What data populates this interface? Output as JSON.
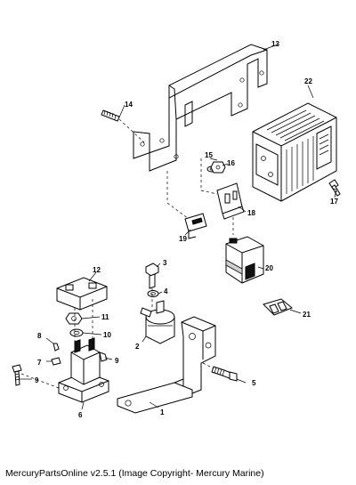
{
  "diagram": {
    "callouts": [
      "13",
      "22",
      "14",
      "15",
      "16",
      "17",
      "18",
      "19",
      "20",
      "21",
      "3",
      "4",
      "2",
      "12",
      "11",
      "10",
      "8",
      "7",
      "9",
      "9",
      "6",
      "5",
      "1"
    ]
  },
  "footer": {
    "text": "MercuryPartsOnline v2.5.1 (Image Copyright- Mercury Marine)"
  }
}
